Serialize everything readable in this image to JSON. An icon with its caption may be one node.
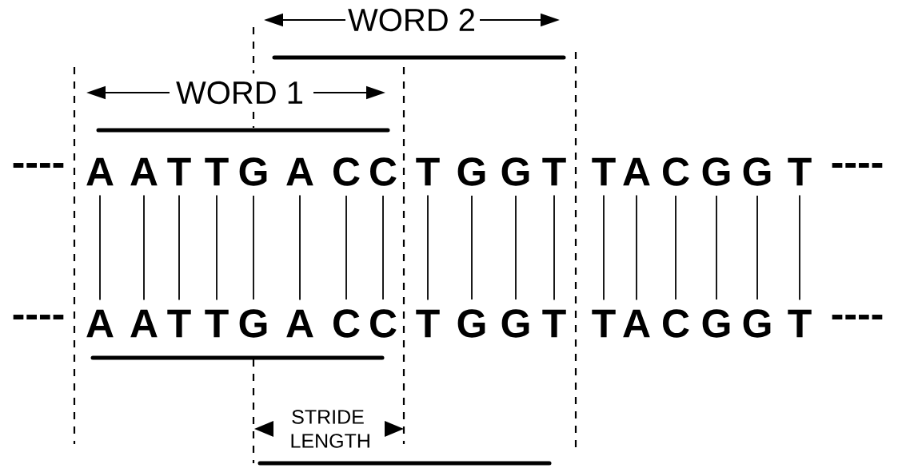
{
  "diagram": {
    "nodes": [
      {
        "text": [
          "A"
        ]
      },
      {
        "text": [
          "A"
        ]
      },
      {
        "text": [
          "T"
        ]
      },
      {
        "text": [
          "T"
        ]
      },
      {
        "text": [
          "G"
        ]
      },
      {
        "text": [
          "A"
        ]
      },
      {
        "text": [
          "C"
        ]
      },
      {
        "text": [
          "C"
        ]
      },
      {
        "text": [
          "T"
        ]
      },
      {
        "text": [
          "G"
        ]
      },
      {
        "text": [
          "G"
        ]
      },
      {
        "text": [
          "T"
        ]
      },
      {
        "text": [
          "T"
        ]
      },
      {
        "text": [
          "A"
        ]
      },
      {
        "text": [
          "C"
        ]
      },
      {
        "text": [
          "G"
        ]
      },
      {
        "text": [
          "G"
        ]
      },
      {
        "text": [
          "T"
        ]
      },
      {
        "text": [
          "A"
        ]
      },
      {
        "text": [
          "A"
        ]
      },
      {
        "text": [
          "T"
        ]
      },
      {
        "text": [
          "T"
        ]
      },
      {
        "text": [
          "G"
        ]
      },
      {
        "text": [
          "A"
        ]
      },
      {
        "text": [
          "C"
        ]
      },
      {
        "text": [
          "C"
        ]
      },
      {
        "text": [
          "T"
        ]
      },
      {
        "text": [
          "G"
        ]
      },
      {
        "text": [
          "G"
        ]
      },
      {
        "text": [
          "T"
        ]
      },
      {
        "text": [
          "T"
        ]
      },
      {
        "text": [
          "A"
        ]
      },
      {
        "text": [
          "C"
        ]
      },
      {
        "text": [
          "G"
        ]
      },
      {
        "text": [
          "G"
        ]
      },
      {
        "text": [
          "T"
        ]
      }
    ],
    "edges": [
      {
        "from": 0,
        "to": 18,
        "arrow": "none"
      },
      {
        "from": 1,
        "to": 19,
        "arrow": "none"
      },
      {
        "from": 2,
        "to": 20,
        "arrow": "none"
      },
      {
        "from": 3,
        "to": 21,
        "arrow": "none"
      },
      {
        "from": 4,
        "to": 22,
        "arrow": "none"
      },
      {
        "from": 5,
        "to": 23,
        "arrow": "none"
      },
      {
        "from": 6,
        "to": 24,
        "arrow": "none"
      },
      {
        "from": 7,
        "to": 25,
        "arrow": "none"
      },
      {
        "from": 8,
        "to": 26,
        "arrow": "none"
      },
      {
        "from": 9,
        "to": 27,
        "arrow": "none"
      },
      {
        "from": 10,
        "to": 28,
        "arrow": "none"
      },
      {
        "from": 11,
        "to": 29,
        "arrow": "none"
      },
      {
        "from": 12,
        "to": 30,
        "arrow": "none"
      },
      {
        "from": 13,
        "to": 31,
        "arrow": "none"
      },
      {
        "from": 14,
        "to": 32,
        "arrow": "none"
      },
      {
        "from": 15,
        "to": 33,
        "arrow": "none"
      },
      {
        "from": 16,
        "to": 34,
        "arrow": "none"
      },
      {
        "from": 17,
        "to": 35,
        "arrow": "none"
      }
    ],
    "labels": [
      "WORD 2",
      "WORD 1",
      "----",
      "----",
      "----",
      "----",
      "STRIDE LENGTH"
    ]
  }
}
